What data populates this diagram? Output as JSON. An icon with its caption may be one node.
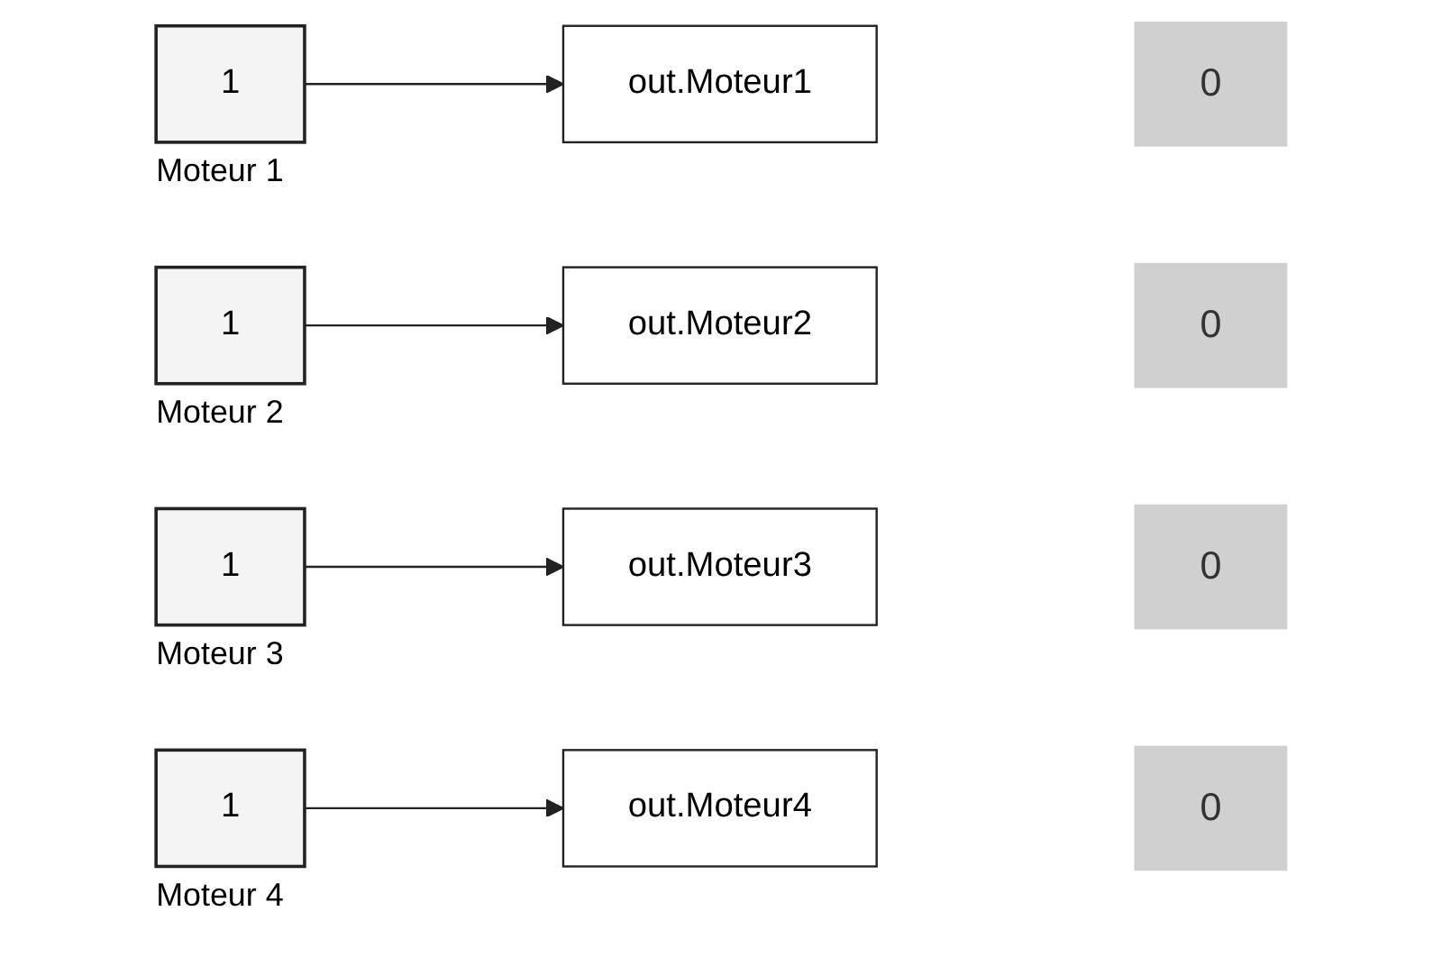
{
  "diagram": {
    "nodes": [
      {
        "text": [
          "1"
        ],
        "beside": [
          "Moteur 1"
        ]
      },
      {
        "text": [
          "out.Moteur1"
        ]
      },
      {
        "text": [
          "0"
        ]
      },
      {
        "text": [
          "1"
        ],
        "beside": [
          "Moteur 2"
        ]
      },
      {
        "text": [
          "out.Moteur2"
        ]
      },
      {
        "text": [
          "0"
        ]
      },
      {
        "text": [
          "1"
        ],
        "beside": [
          "Moteur 3"
        ]
      },
      {
        "text": [
          "out.Moteur3"
        ]
      },
      {
        "text": [
          "0"
        ]
      },
      {
        "text": [
          "1"
        ],
        "beside": [
          "Moteur 4"
        ]
      },
      {
        "text": [
          "out.Moteur4"
        ]
      },
      {
        "text": [
          "0"
        ]
      }
    ],
    "edges": [
      {
        "from": 0,
        "to": 1,
        "arrow": "to"
      },
      {
        "from": 3,
        "to": 4,
        "arrow": "to"
      },
      {
        "from": 6,
        "to": 7,
        "arrow": "to"
      },
      {
        "from": 9,
        "to": 10,
        "arrow": "to"
      }
    ]
  }
}
